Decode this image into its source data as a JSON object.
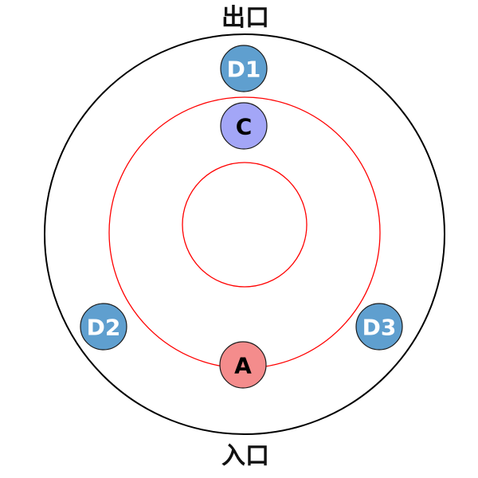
{
  "labels": {
    "exit": "出口",
    "entrance": "入口"
  },
  "nodes": [
    {
      "id": "D1",
      "label": "D1",
      "fill": "#5f9fcf",
      "text_color": "#ffffff"
    },
    {
      "id": "C",
      "label": "C",
      "fill": "#a3a6f7",
      "text_color": "#000000"
    },
    {
      "id": "D2",
      "label": "D2",
      "fill": "#5f9fcf",
      "text_color": "#ffffff"
    },
    {
      "id": "D3",
      "label": "D3",
      "fill": "#5f9fcf",
      "text_color": "#ffffff"
    },
    {
      "id": "A",
      "label": "A",
      "fill": "#f48c8c",
      "text_color": "#000000"
    }
  ],
  "colors": {
    "outer_ring": "#000000",
    "inner_rings": "#ff0000",
    "node_stroke": "#1a1a1a"
  }
}
